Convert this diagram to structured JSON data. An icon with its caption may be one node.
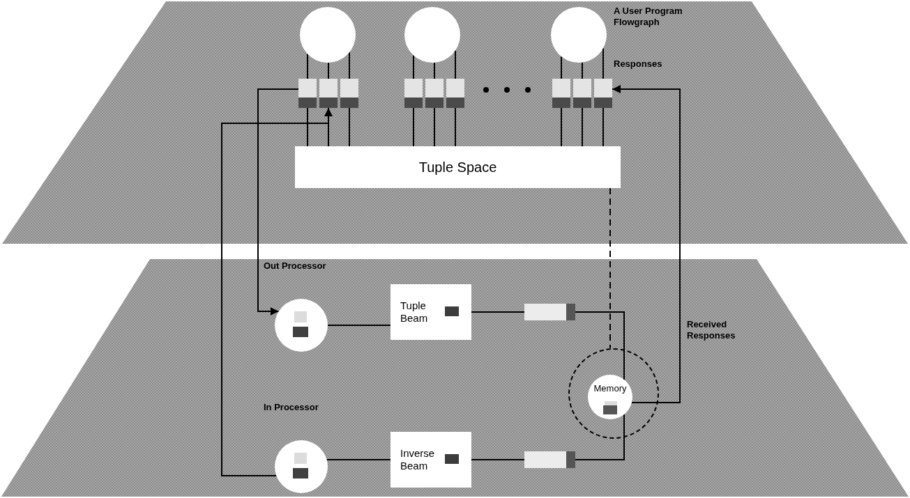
{
  "diagram": {
    "nodes": [
      {
        "text": [],
        "shape": "circle"
      },
      {
        "text": [],
        "shape": "circle"
      },
      {
        "text": [],
        "shape": "circle"
      },
      {
        "text": [],
        "shape": "box"
      },
      {
        "text": [],
        "shape": "box"
      },
      {
        "text": [],
        "shape": "box"
      },
      {
        "text": [],
        "shape": "box"
      },
      {
        "text": [],
        "shape": "box"
      },
      {
        "text": [],
        "shape": "box"
      },
      {
        "text": [],
        "shape": "box"
      },
      {
        "text": [],
        "shape": "box"
      },
      {
        "text": [],
        "shape": "box"
      },
      {
        "text": [
          "Tuple Space"
        ]
      },
      {
        "text": [
          "Out Processor"
        ]
      },
      {
        "text": [
          "Tuple Beam"
        ]
      },
      {
        "text": [],
        "shape": "box"
      },
      {
        "text": [],
        "shape": "circle"
      },
      {
        "text": [
          "Memory"
        ],
        "in": 16
      },
      {
        "text": [
          "In Processor"
        ]
      },
      {
        "text": [
          "Inverse Beam"
        ]
      },
      {
        "text": [],
        "shape": "box"
      }
    ],
    "edges": [
      {
        "from": 0,
        "to": 3,
        "arrow": "none"
      },
      {
        "from": 0,
        "to": 4,
        "arrow": "none"
      },
      {
        "from": 0,
        "to": 5,
        "arrow": "none"
      },
      {
        "from": 1,
        "to": 6,
        "arrow": "none"
      },
      {
        "from": 1,
        "to": 7,
        "arrow": "none"
      },
      {
        "from": 1,
        "to": 8,
        "arrow": "none"
      },
      {
        "from": 2,
        "to": 9,
        "arrow": "none"
      },
      {
        "from": 2,
        "to": 10,
        "arrow": "none"
      },
      {
        "from": 2,
        "to": 11,
        "arrow": "none"
      },
      {
        "from": 3,
        "to": 12,
        "arrow": "none"
      },
      {
        "from": 4,
        "to": 12,
        "arrow": "none"
      },
      {
        "from": 5,
        "to": 12,
        "arrow": "none"
      },
      {
        "from": 6,
        "to": 12,
        "arrow": "none"
      },
      {
        "from": 7,
        "to": 12,
        "arrow": "none"
      },
      {
        "from": 8,
        "to": 12,
        "arrow": "none"
      },
      {
        "from": 9,
        "to": 12,
        "arrow": "none"
      },
      {
        "from": 10,
        "to": 12,
        "arrow": "none"
      },
      {
        "from": 11,
        "to": 12,
        "arrow": "none"
      },
      {
        "from": 3,
        "to": 13,
        "arrow": "to"
      },
      {
        "from": 18,
        "to": 4,
        "arrow": "to"
      },
      {
        "from": 17,
        "to": 11,
        "arrow": "to"
      },
      {
        "from": 12,
        "to": 16,
        "arrow": "none",
        "style": "dashed"
      },
      {
        "from": 13,
        "to": 14,
        "arrow": "none"
      },
      {
        "from": 14,
        "to": 15,
        "arrow": "none"
      },
      {
        "from": 15,
        "to": 17,
        "arrow": "none"
      },
      {
        "from": 17,
        "to": 20,
        "arrow": "none"
      },
      {
        "from": 20,
        "to": 19,
        "arrow": "none"
      },
      {
        "from": 19,
        "to": 18,
        "arrow": "none"
      }
    ],
    "labels": [
      "A User Program Flowgraph",
      "Responses",
      "Received Responses"
    ]
  }
}
